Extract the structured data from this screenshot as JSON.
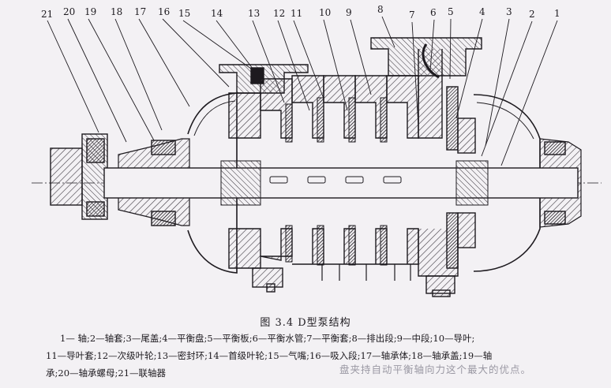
{
  "figure": {
    "part_numbers": [
      "21",
      "20",
      "19",
      "18",
      "17",
      "16",
      "15",
      "14",
      "13",
      "12",
      "11",
      "10",
      "9",
      "8",
      "7",
      "6",
      "5",
      "4",
      "3",
      "2",
      "1"
    ],
    "caption": "图 3.4   D型泵结构",
    "legend_lines": [
      "1— 轴;2—轴套;3—尾盖;4—平衡盘;5—平衡板;6—平衡水管;7—平衡套;8—排出段;9—中段;10—导叶;",
      "11—导叶套;12—次级叶轮;13—密封环;14—首级叶轮;15—气嘴;16—吸入段;17—轴承体;18—轴承盖;19—轴",
      "承;20—轴承螺母;21—联轴器"
    ],
    "faint_text": "盘夹持自动平衡轴向力这个最大的优点。"
  },
  "colors": {
    "ink": "#1d1a1f",
    "paper": "#f3f1f4",
    "hatch": "#3a353d",
    "faint": "#9a98a3"
  }
}
